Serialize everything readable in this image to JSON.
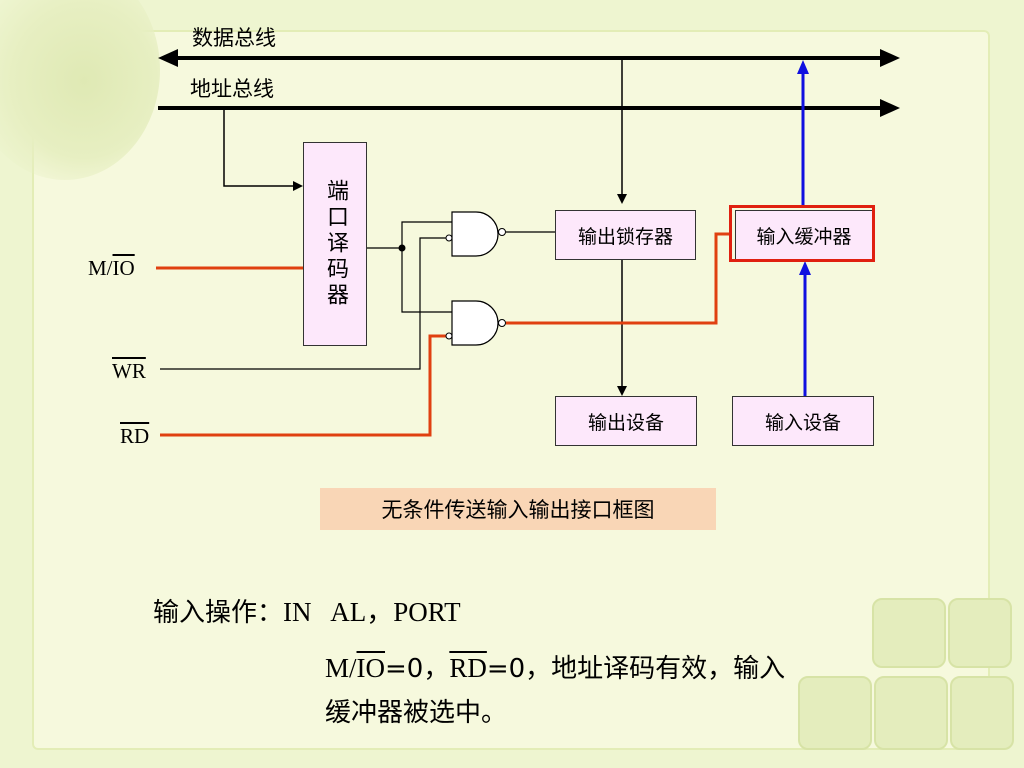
{
  "diagram": {
    "data_bus_label": "数据总线",
    "address_bus_label": "地址总线",
    "port_decoder_label": "端口译码器",
    "output_latch_label": "输出锁存器",
    "input_buffer_label": "输入缓冲器",
    "output_device_label": "输出设备",
    "input_device_label": "输入设备",
    "signal_mio_prefix": "M/",
    "signal_mio_bar": "IO",
    "signal_wr_bar": "WR",
    "signal_rd_bar": "RD",
    "caption": "无条件传送输入输出接口框图"
  },
  "text": {
    "line1_label": "输入操作：",
    "line1_code": "IN   AL，PORT",
    "line2_a": "M/",
    "line2_io_bar": "IO",
    "line2_b": "=0，",
    "line2_rd_bar": "RD",
    "line2_c": "=0，地址译码有效，输入",
    "line3": "缓冲器被选中。"
  },
  "colors": {
    "background": "#eef5d0",
    "active_signal": "#e04010",
    "input_path": "#1010e0",
    "selected_border": "#e02010",
    "caption_bg": "#f9d6b6",
    "box_fill": "#fde8fb"
  }
}
